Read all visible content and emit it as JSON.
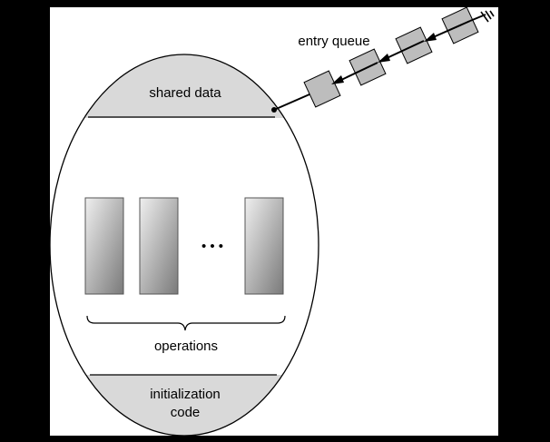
{
  "diagram": {
    "labels": {
      "entry_queue": "entry queue",
      "shared_data": "shared data",
      "operations": "operations",
      "init_line1": "initialization",
      "init_line2": "code",
      "ellipsis": "• • •"
    },
    "colors": {
      "background": "#000000",
      "canvas": "#ffffff",
      "section_fill": "#d9d9d9",
      "queue_node_fill": "#bdbdbd",
      "operation_gradient_light": "#efefef",
      "operation_gradient_dark": "#7a7a7a"
    },
    "queue_node_count": 4,
    "operation_block_count": 3
  }
}
